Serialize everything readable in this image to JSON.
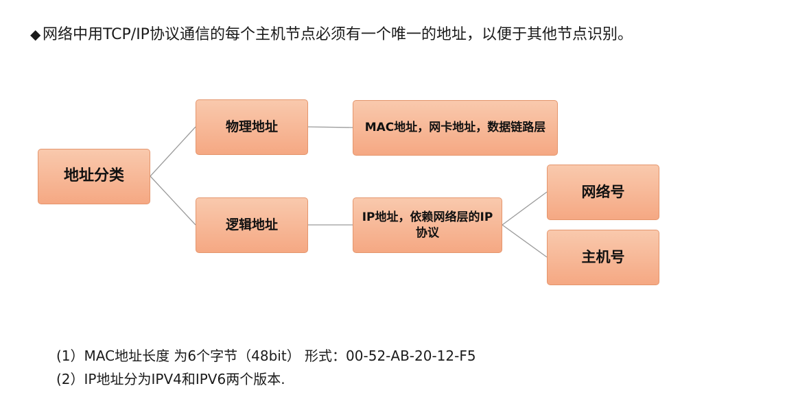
{
  "headline": {
    "bullet": "◆",
    "text": "网络中用TCP/IP协议通信的每个主机节点必须有一个唯一的地址，以便于其他节点识别。"
  },
  "diagram": {
    "root": "地址分类",
    "physical": "物理地址",
    "physical_detail": "MAC地址，网卡地址，数据链路层",
    "logical": "逻辑地址",
    "logical_detail": "IP地址，依赖网络层的IP协议",
    "network_id": "网络号",
    "host_id": "主机号",
    "colors": {
      "node_fill_top": "#f9c9ad",
      "node_fill_bottom": "#f5a883",
      "node_border": "#e4956c",
      "connector": "#9a9a9a"
    }
  },
  "notes": [
    "(1）MAC地址长度 为6个字节（48bit） 形式：00-52-AB-20-12-F5",
    "(2）IP地址分为IPV4和IPV6两个版本."
  ]
}
